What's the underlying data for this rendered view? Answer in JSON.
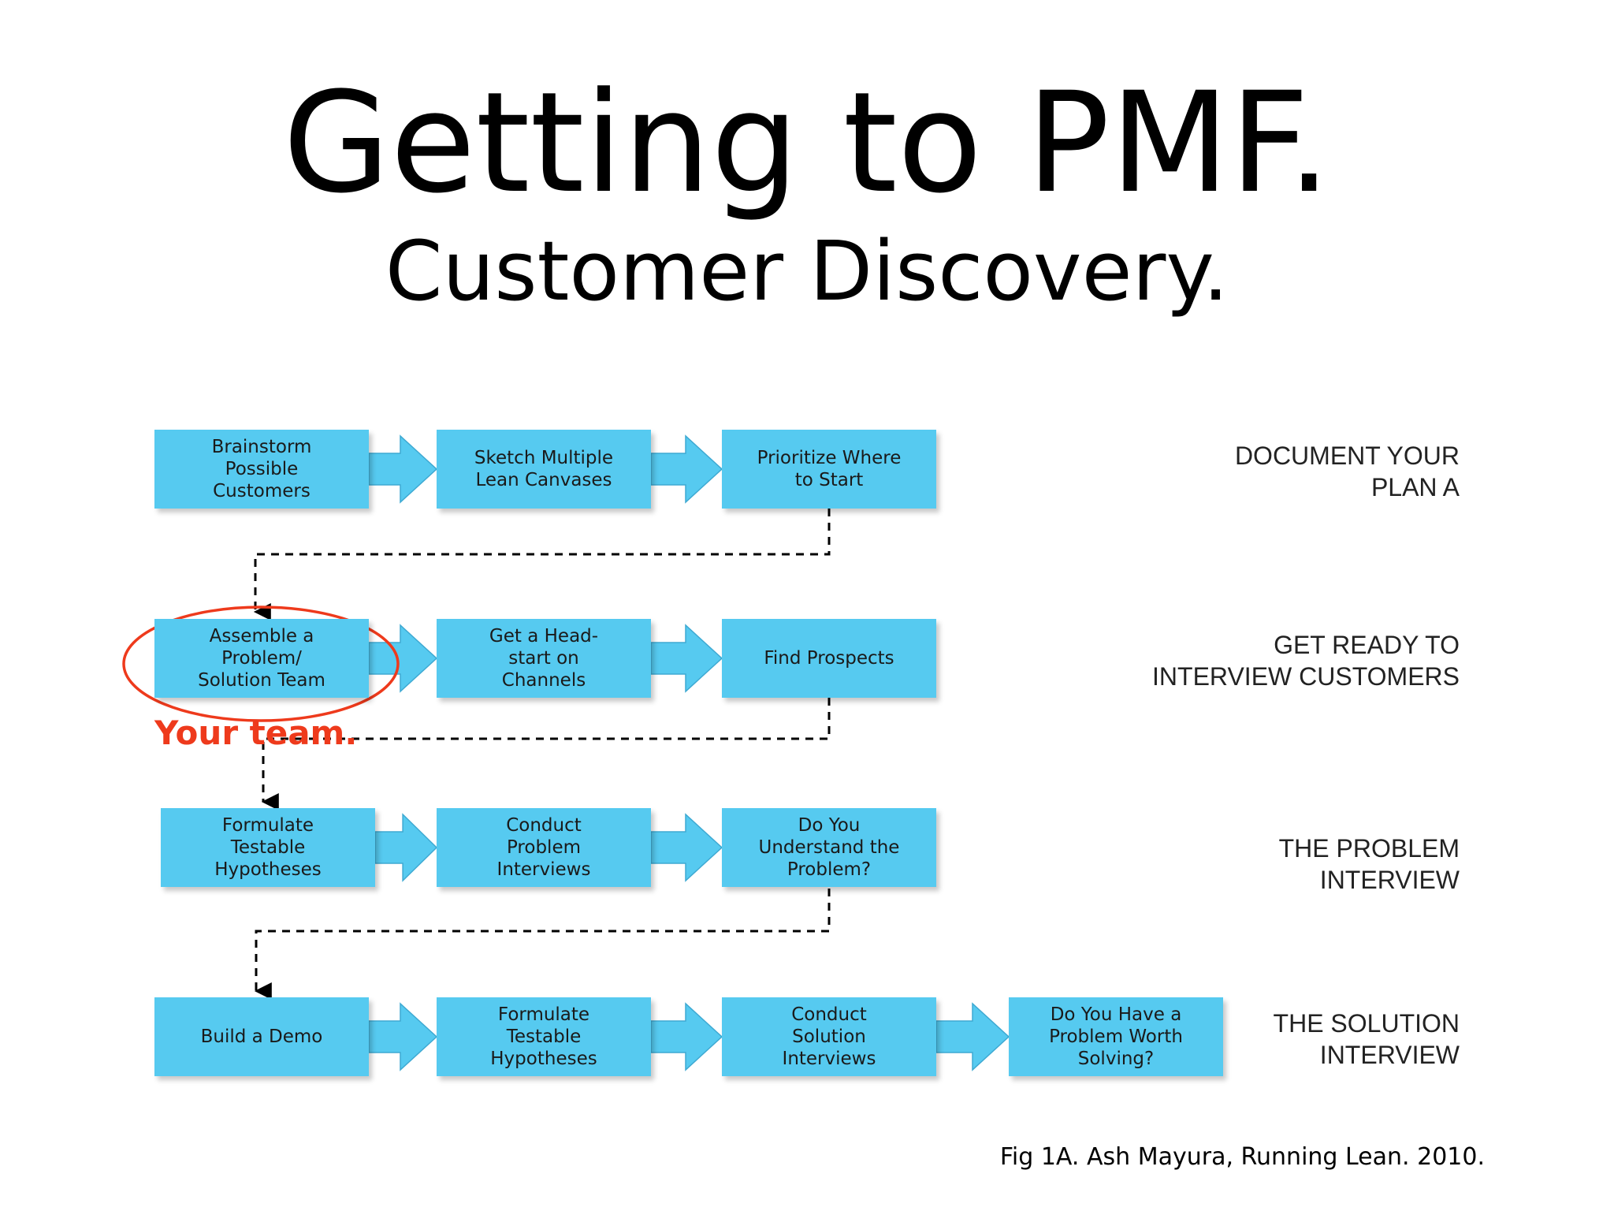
{
  "title": "Getting to PMF.",
  "subtitle": "Customer Discovery.",
  "stages": [
    {
      "label": "DOCUMENT YOUR\nPLAN A",
      "steps": [
        "Brainstorm\nPossible\nCustomers",
        "Sketch Multiple\nLean Canvases",
        "Prioritize Where\nto Start"
      ]
    },
    {
      "label": "GET READY TO\nINTERVIEW CUSTOMERS",
      "steps": [
        "Assemble a\nProblem/\nSolution Team",
        "Get a Head-\nstart on\nChannels",
        "Find Prospects"
      ]
    },
    {
      "label": "THE PROBLEM\nINTERVIEW",
      "steps": [
        "Formulate\nTestable\nHypotheses",
        "Conduct\nProblem\nInterviews",
        "Do You\nUnderstand the\nProblem?"
      ]
    },
    {
      "label": "THE SOLUTION\nINTERVIEW",
      "steps": [
        "Build a Demo",
        "Formulate\nTestable\nHypotheses",
        "Conduct\nSolution\nInterviews",
        "Do You Have a\nProblem Worth\nSolving?"
      ]
    }
  ],
  "annotation": {
    "label": "Your team.",
    "highlighted_step": "Assemble a\nProblem/\nSolution Team",
    "color": "#ee3a1c"
  },
  "colors": {
    "box_fill": "#56caf0",
    "arrow_fill": "#56caf0",
    "connector": "#000000"
  },
  "caption": "Fig 1A. Ash Mayura, Running Lean. 2010."
}
